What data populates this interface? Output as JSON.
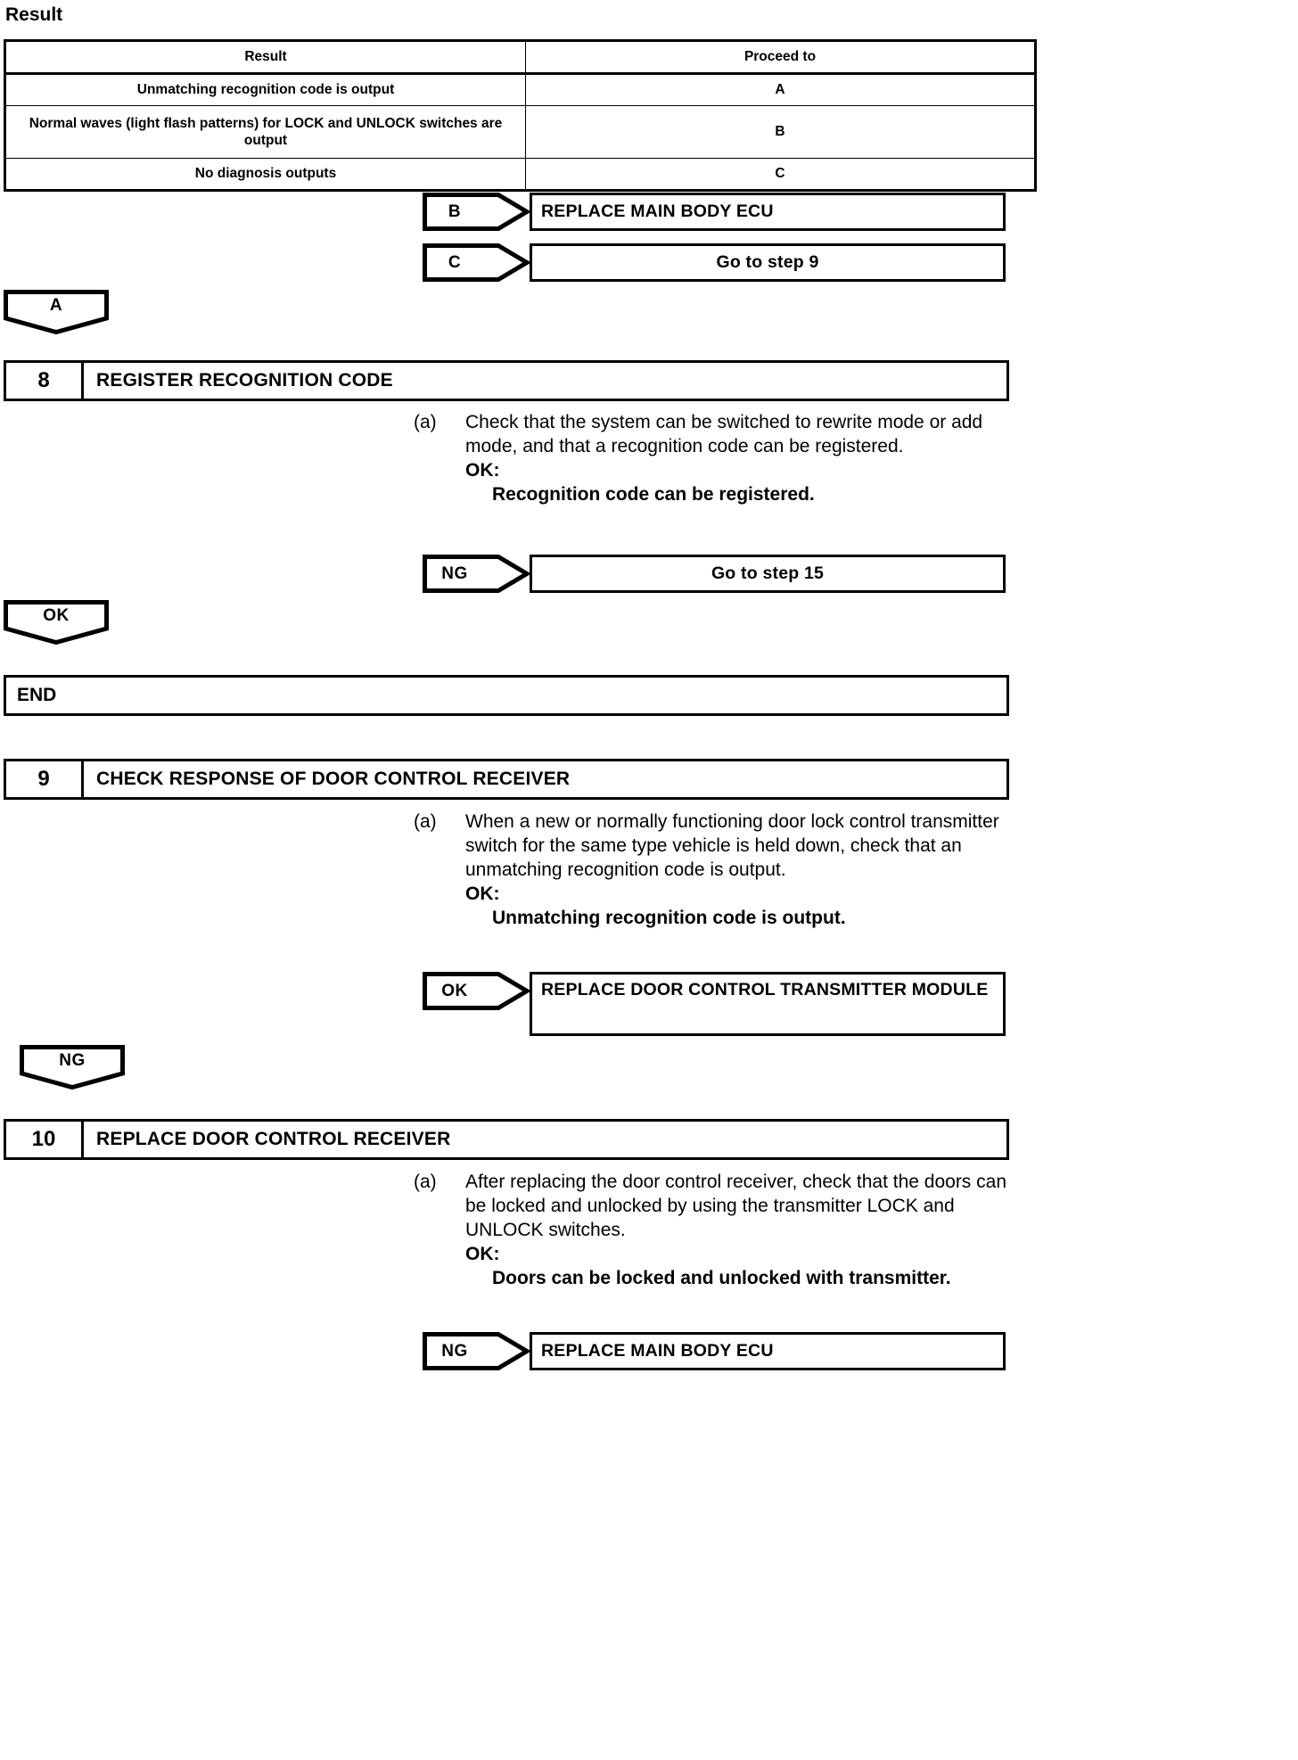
{
  "page": {
    "result_heading": "Result"
  },
  "result_table": {
    "headers": [
      "Result",
      "Proceed to"
    ],
    "rows": [
      {
        "result": "Unmatching recognition code is output",
        "proceed_to": "A"
      },
      {
        "result": "Normal waves (light flash patterns) for LOCK and UNLOCK switches are output",
        "proceed_to": "B"
      },
      {
        "result": "No diagnosis outputs",
        "proceed_to": "C"
      }
    ]
  },
  "branches": {
    "b_branch": {
      "tag": "B",
      "outcome": "REPLACE MAIN BODY ECU"
    },
    "c_branch": {
      "tag": "C",
      "outcome": "Go to step 9"
    },
    "step8_ng": {
      "tag": "NG",
      "outcome": "Go to step 15"
    },
    "step9_ok": {
      "tag": "OK",
      "outcome": "REPLACE DOOR CONTROL TRANSMITTER MODULE"
    },
    "step10_ng": {
      "tag": "NG",
      "outcome": "REPLACE MAIN BODY ECU"
    }
  },
  "connectors": {
    "a_tag": "A",
    "ok_tag": "OK",
    "ng_tag": "NG"
  },
  "end_box": {
    "label": "END"
  },
  "steps": [
    {
      "number": "8",
      "title": "REGISTER RECOGNITION CODE",
      "marker": "(a)",
      "text": "Check that the system can be switched to rewrite mode or add mode, and that a recognition code can be registered.",
      "ok_label": "OK:",
      "ok_value": "Recognition code can be registered."
    },
    {
      "number": "9",
      "title": "CHECK RESPONSE OF DOOR CONTROL RECEIVER",
      "marker": "(a)",
      "text": "When a new or normally functioning door lock control transmitter switch for the same type vehicle is held down, check that an unmatching recognition code is output.",
      "ok_label": "OK:",
      "ok_value": "Unmatching recognition code is output."
    },
    {
      "number": "10",
      "title": "REPLACE DOOR CONTROL RECEIVER",
      "marker": "(a)",
      "text": "After replacing the door control receiver, check that the doors can be locked and unlocked by using the transmitter LOCK and UNLOCK switches.",
      "ok_label": "OK:",
      "ok_value": "Doors can be locked and unlocked with transmitter."
    }
  ],
  "colors": {
    "ink": "#000000",
    "paper": "#ffffff"
  }
}
